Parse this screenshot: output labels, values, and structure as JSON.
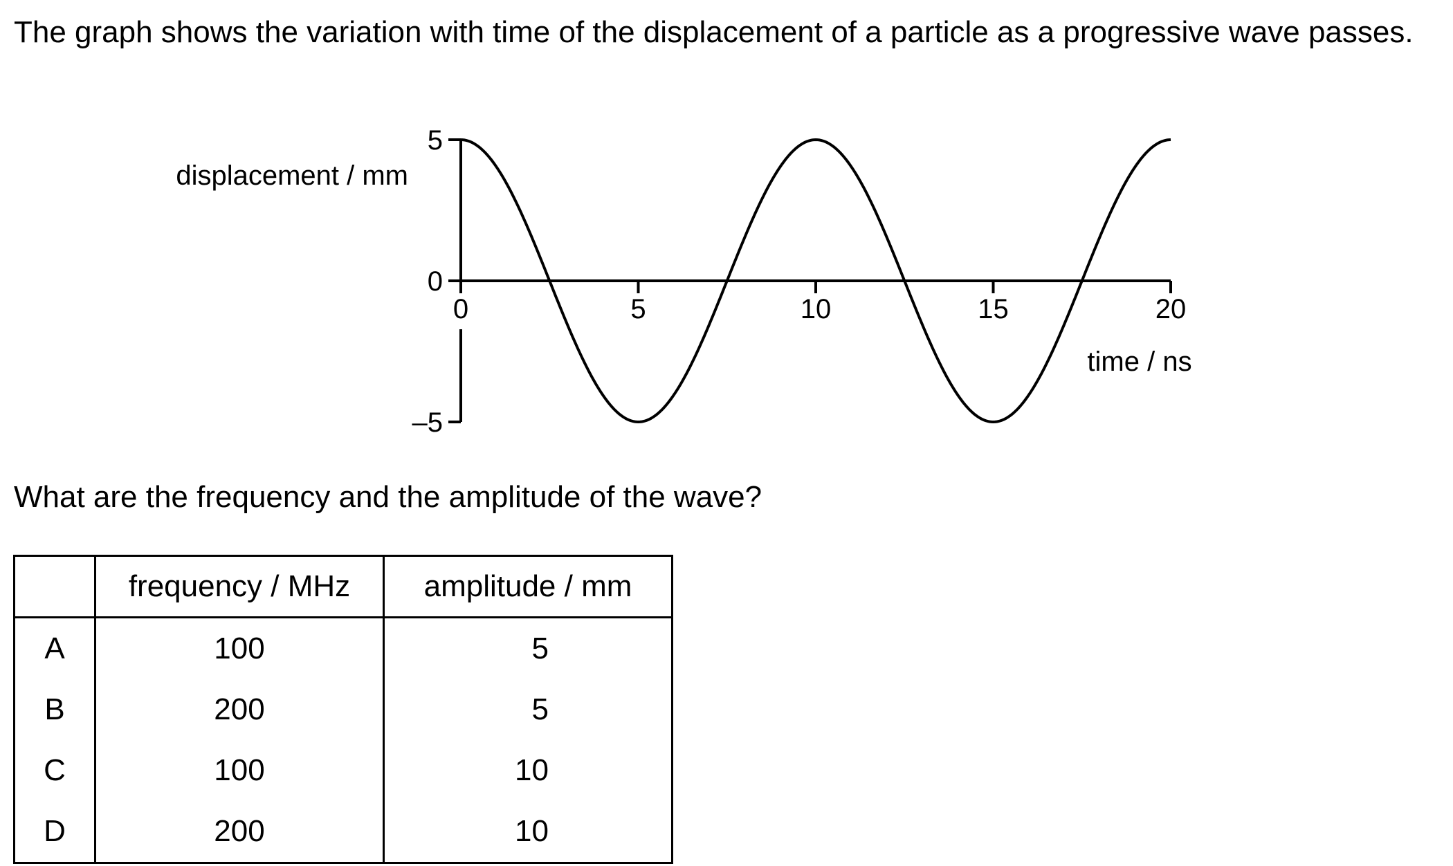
{
  "intro_text": "The graph shows the variation with time of the displacement of a particle as a progressive wave passes.",
  "question_text": "What are the frequency and the amplitude of the wave?",
  "chart_data": {
    "type": "line",
    "xlabel": "time / ns",
    "ylabel": "displacement / mm",
    "xlim": [
      0,
      20
    ],
    "ylim": [
      -5,
      5
    ],
    "x_ticks": [
      "0",
      "5",
      "10",
      "15",
      "20"
    ],
    "y_ticks": [
      "5",
      "0",
      "–5"
    ],
    "series": [
      {
        "function": "cosine",
        "amplitude": 5,
        "period": 10,
        "x": [
          0,
          2.5,
          5,
          7.5,
          10,
          12.5,
          15,
          17.5,
          20
        ],
        "y": [
          5,
          0,
          -5,
          0,
          5,
          0,
          -5,
          0,
          5
        ]
      }
    ],
    "grid": false
  },
  "table": {
    "headers": [
      "",
      "frequency / MHz",
      "amplitude / mm"
    ],
    "rows": [
      {
        "option": "A",
        "frequency": "100",
        "amplitude": "5"
      },
      {
        "option": "B",
        "frequency": "200",
        "amplitude": "5"
      },
      {
        "option": "C",
        "frequency": "100",
        "amplitude": "10"
      },
      {
        "option": "D",
        "frequency": "200",
        "amplitude": "10"
      }
    ]
  }
}
